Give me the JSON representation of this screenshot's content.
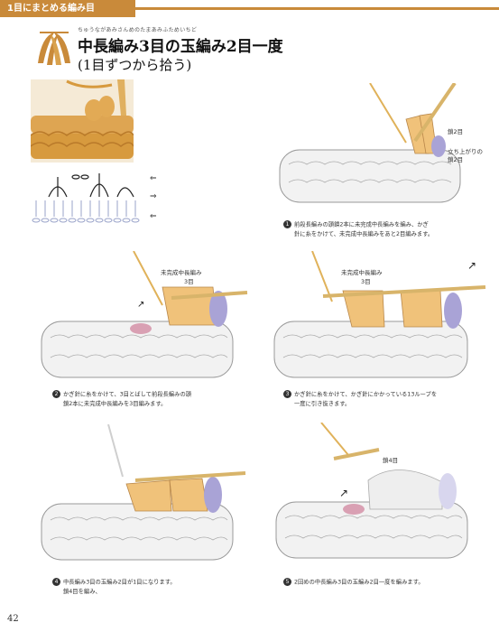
{
  "header": {
    "section_tab": "1目にまとめる編み目"
  },
  "title": {
    "ruby": "ちゅうながあみさんめのたまあみふためいちど",
    "main": "中長編み3目の玉編み2目一度",
    "sub": "(1目ずつから拾う)"
  },
  "steps": [
    {
      "num": "1",
      "lines": [
        "前段長編みの頭鎖2本に未完成中長編みを編み、かぎ",
        "針に糸をかけて、未完成中長編みをあと2目編みます。"
      ]
    },
    {
      "num": "2",
      "lines": [
        "かぎ針に糸をかけて、3目とばして前段長編みの頭",
        "鎖2本に未完成中長編みを3目編みます。"
      ]
    },
    {
      "num": "3",
      "lines": [
        "かぎ針に糸をかけて、かぎ針にかかっている13ループを",
        "一度に引き抜きます。"
      ]
    },
    {
      "num": "4",
      "lines": [
        "中長編み3目の玉編み2目が1目になります。",
        "鎖4目を編み、"
      ]
    },
    {
      "num": "5",
      "lines": [
        "2回めの中長編み3目の玉編み2目一度を編みます。"
      ]
    }
  ],
  "labels": {
    "step1_chain2": "鎖2目",
    "step1_standup_1": "立ち上がりの",
    "step1_standup_2": "鎖2目",
    "step2_unfinished_1": "未完成中長編み",
    "step2_unfinished_2": "3目",
    "step3_unfinished_1": "未完成中長編み",
    "step3_unfinished_2": "3目",
    "step5_chain4": "鎖4目"
  },
  "page_number": "42",
  "colors": {
    "accent": "#c98a3a",
    "yarn": "#f0c27a",
    "yarn_dark": "#d9a24e",
    "stitch": "#eeeeee",
    "purple": "#a9a3d6",
    "pink": "#d9a0b3"
  }
}
